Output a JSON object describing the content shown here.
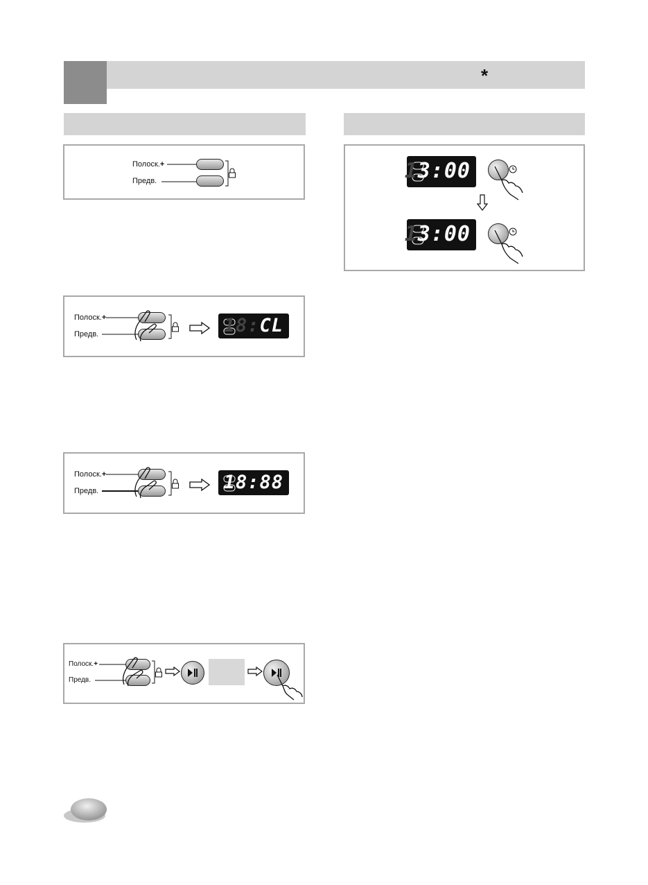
{
  "colors": {
    "header_square": "#8c8c8c",
    "header_bar": "#d4d4d4",
    "panel_border": "#a8a8a8",
    "display_bg": "#111111"
  },
  "header": {
    "star": "*"
  },
  "panels": {
    "panel1": {
      "label_top": "Полоск.",
      "label_bottom": "Предв."
    },
    "panel2": {
      "label_top": "Полоск.",
      "label_bottom": "Предв.",
      "display": {
        "dim": "18",
        "sep": ":",
        "main": "CL"
      }
    },
    "panel3": {
      "label_top": "Полоск.",
      "label_bottom": "Предв.",
      "display": {
        "dim": "",
        "sep": "",
        "main": "18:88"
      }
    },
    "panel4": {
      "label_top": "Полоск.",
      "label_bottom": "Предв."
    },
    "right_panel": {
      "display_top": {
        "dim": "1",
        "main": "3:00"
      },
      "display_bottom": {
        "dim": "1",
        "main": "3:00"
      }
    }
  },
  "icons": [
    "plus-icon",
    "lock-icon",
    "arrow-right-icon",
    "arrow-down-icon",
    "play-pause-icon",
    "clock-icon",
    "hand-icon",
    "wash-icon",
    "rinse-icon"
  ]
}
